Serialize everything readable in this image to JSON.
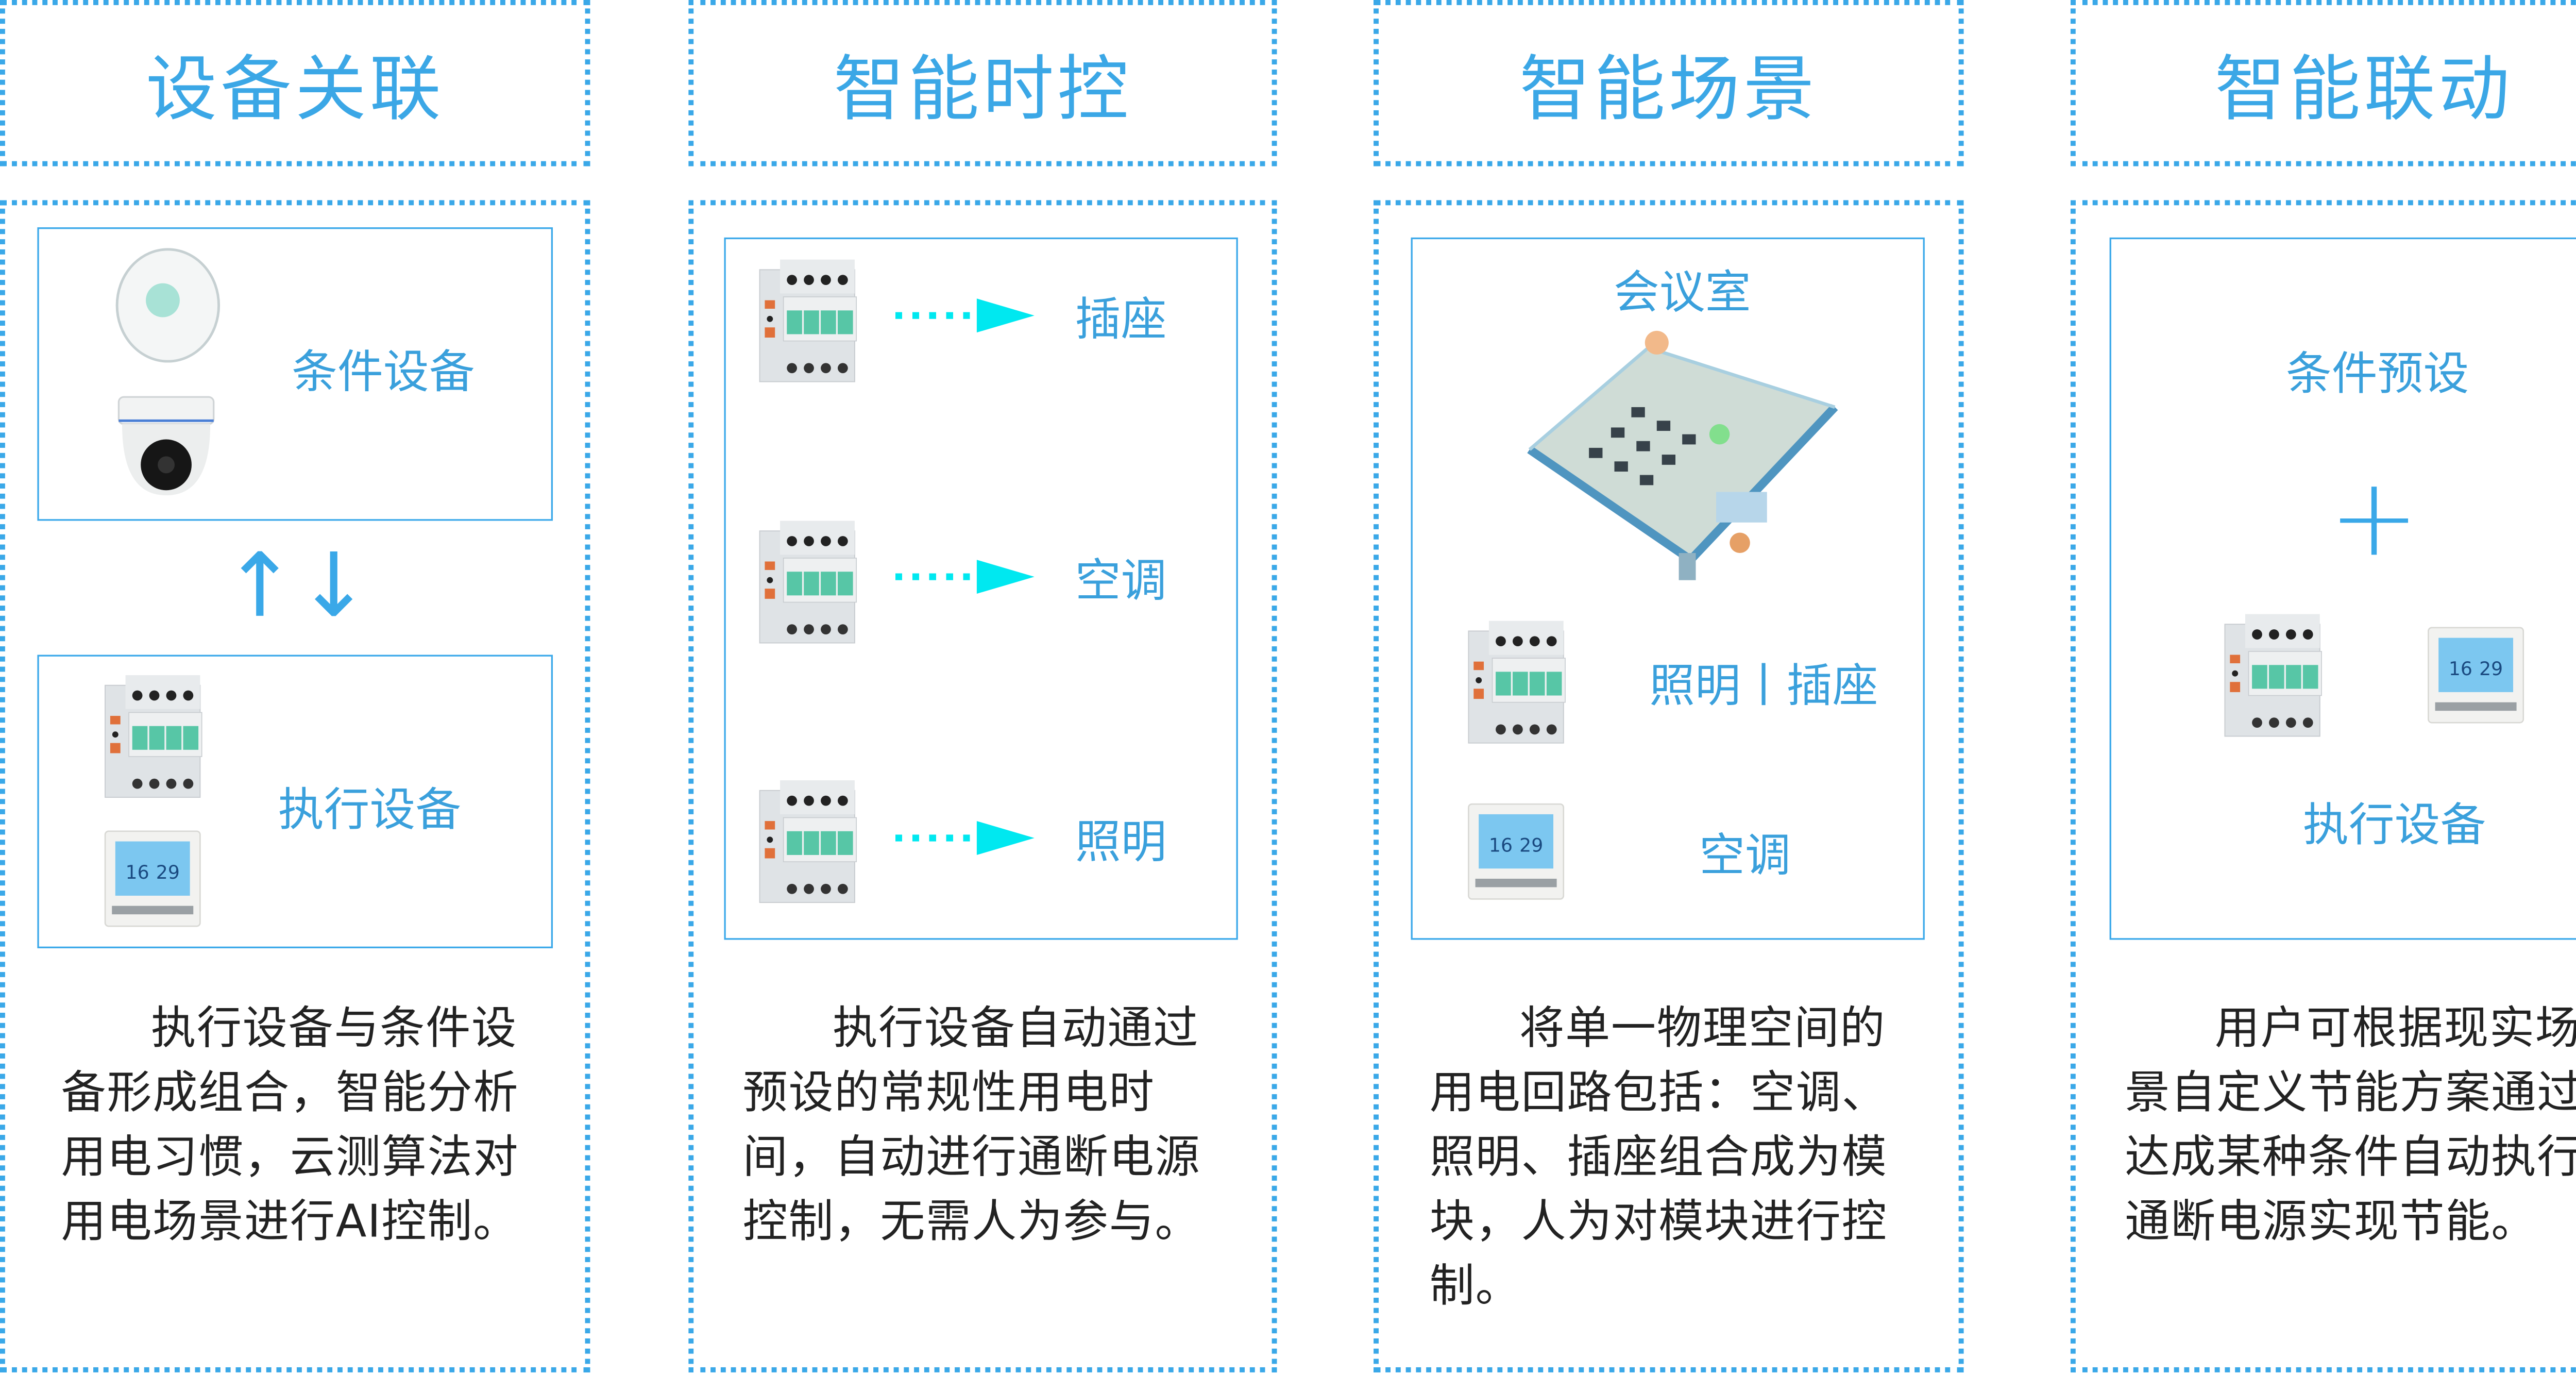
{
  "accent_color": "#3ba7e6",
  "arrow_color": "#00e8f0",
  "columns": [
    {
      "title": "设备关联",
      "condition_label": "条件设备",
      "exchange_arrows": "↑↓",
      "action_label": "执行设备",
      "description": "执行设备与条件设备形成组合，智能分析用电习惯，云测算法对用电场景进行AI控制。"
    },
    {
      "title": "智能时控",
      "targets": [
        "插座",
        "空调",
        "照明"
      ],
      "description": "执行设备自动通过预设的常规性用电时间，自动进行通断电源控制，无需人为参与。"
    },
    {
      "title": "智能场景",
      "room_label": "会议室",
      "breaker_label": "照明丨插座",
      "thermostat_label": "空调",
      "description": "将单一物理空间的用电回路包括：空调、照明、插座组合成为模块，人为对模块进行控制。"
    },
    {
      "title": "智能联动",
      "condition_label": "条件预设",
      "plus": "+",
      "action_label": "执行设备",
      "description": "用户可根据现实场景自定义节能方案通过达成某种条件自动执行通断电源实现节能。"
    }
  ]
}
